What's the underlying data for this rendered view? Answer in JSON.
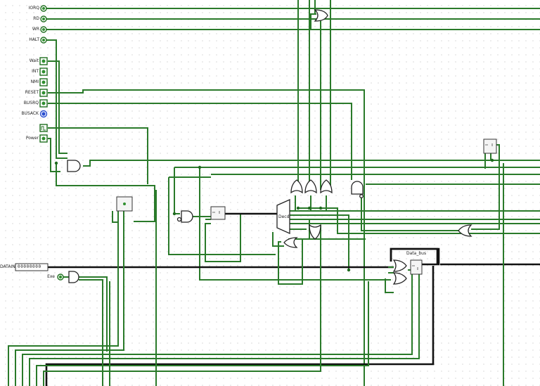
{
  "control_pins": [
    {
      "label": "IORQ",
      "kind": "output"
    },
    {
      "label": "RD",
      "kind": "output"
    },
    {
      "label": "WR",
      "kind": "output"
    },
    {
      "label": "HALT",
      "kind": "output"
    }
  ],
  "input_pins": [
    {
      "label": "Wait",
      "kind": "input"
    },
    {
      "label": "INT",
      "kind": "input"
    },
    {
      "label": "NMI",
      "kind": "input"
    },
    {
      "label": "RESET",
      "kind": "input"
    },
    {
      "label": "BUSRQ",
      "kind": "input"
    },
    {
      "label": "BUSACK",
      "kind": "bus"
    }
  ],
  "misc_pins": [
    {
      "label": "Power",
      "kind": "input"
    }
  ],
  "data_bus": {
    "label": "DATAIN",
    "value": "00000000"
  },
  "exe_pin": {
    "label": "Exe"
  },
  "components": {
    "decoder_label": "Decd",
    "data_bus_label": "Data_bus"
  }
}
